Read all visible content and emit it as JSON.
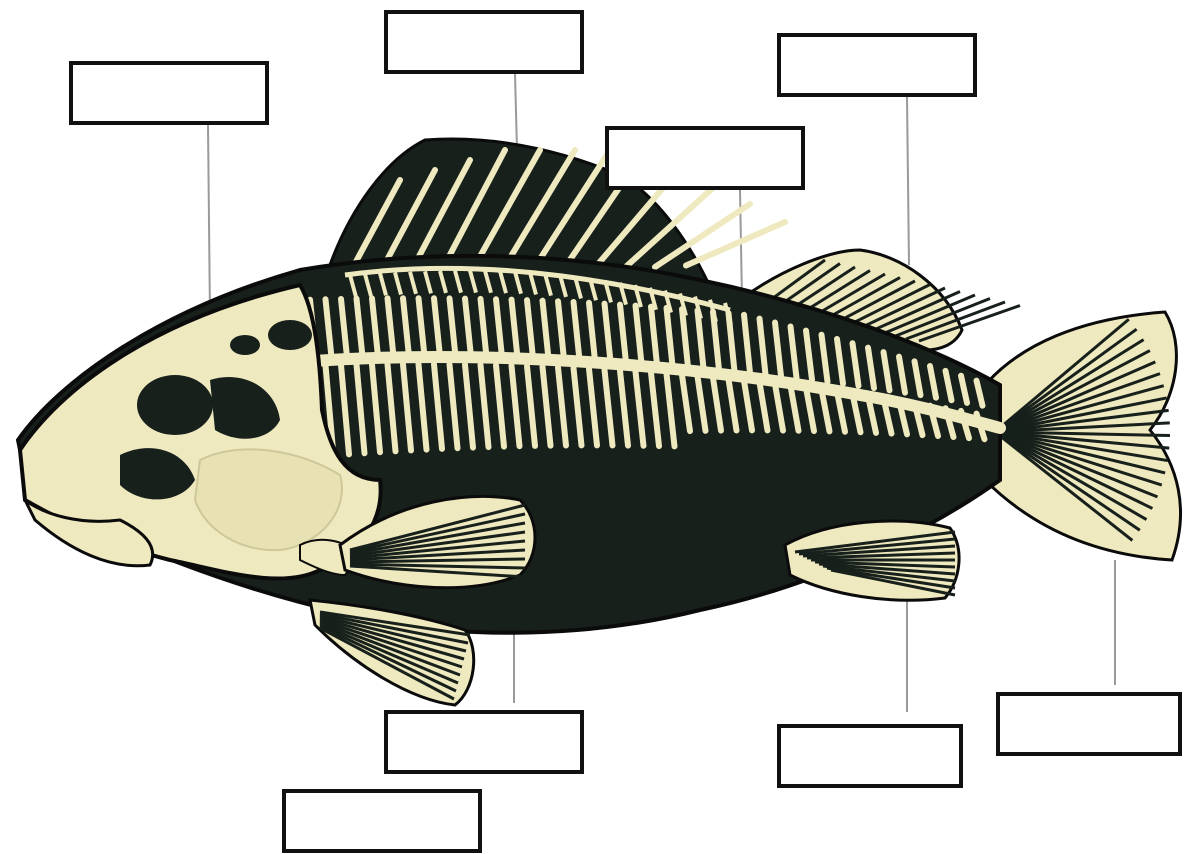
{
  "diagram": {
    "subject": "fish-skeleton",
    "colors": {
      "bone": "#efe9bf",
      "bone_shadow": "#cfc79a",
      "body_dark": "#17201b",
      "outline": "#0b0b0b",
      "leader_line": "#9a9a9a",
      "box_border": "#111111"
    },
    "labels": [
      {
        "id": "skull",
        "text": ""
      },
      {
        "id": "spiny-dorsal-fin",
        "text": ""
      },
      {
        "id": "spine-ribs",
        "text": ""
      },
      {
        "id": "soft-dorsal-fin",
        "text": ""
      },
      {
        "id": "tail-fin",
        "text": ""
      },
      {
        "id": "anal-fin",
        "text": ""
      },
      {
        "id": "pectoral-fin",
        "text": ""
      },
      {
        "id": "pelvic-fin",
        "text": ""
      }
    ]
  }
}
